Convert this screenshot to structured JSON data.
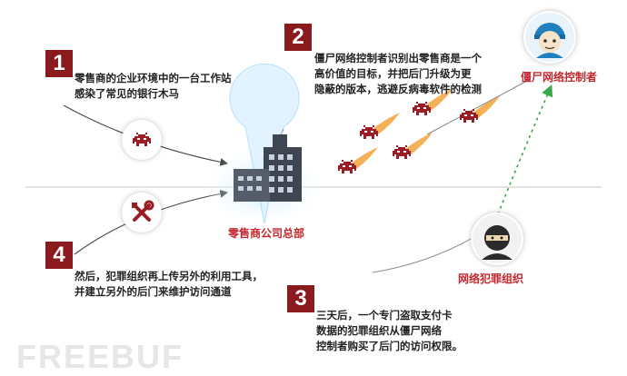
{
  "steps": [
    {
      "num": "1",
      "lines": [
        "零售商的企业环境中的一台工作站",
        "感染了常见的银行木马"
      ]
    },
    {
      "num": "2",
      "lines": [
        "僵尸网络控制者识别出零售商是一个",
        "高价值的目标，并把后门升级为更",
        "隐蔽的版本，逃避反病毒软件的检测"
      ]
    },
    {
      "num": "3",
      "lines": [
        "三天后，一个专门盗取支付卡",
        "数据的犯罪组织从僵尸网络",
        "控制者购买了后门的访问权限。"
      ]
    },
    {
      "num": "4",
      "lines": [
        "然后，犯罪组织再上传另外的利用工具，",
        "并建立另外的后门来维护访问通道"
      ]
    }
  ],
  "labels": {
    "hq": "零售商公司总部",
    "botmaster": "僵尸网络控制者",
    "criminal": "网络犯罪组织"
  },
  "watermark": "FREEBUF",
  "colors": {
    "step_box": "#8b1a1e",
    "label": "#c4272d",
    "dotted_arrow": "#3aa54a",
    "malware": "#9b1c22"
  },
  "icons": [
    "malware-bug-icon",
    "tools-icon",
    "office-building-icon",
    "botmaster-avatar-icon",
    "hacker-avatar-icon"
  ]
}
